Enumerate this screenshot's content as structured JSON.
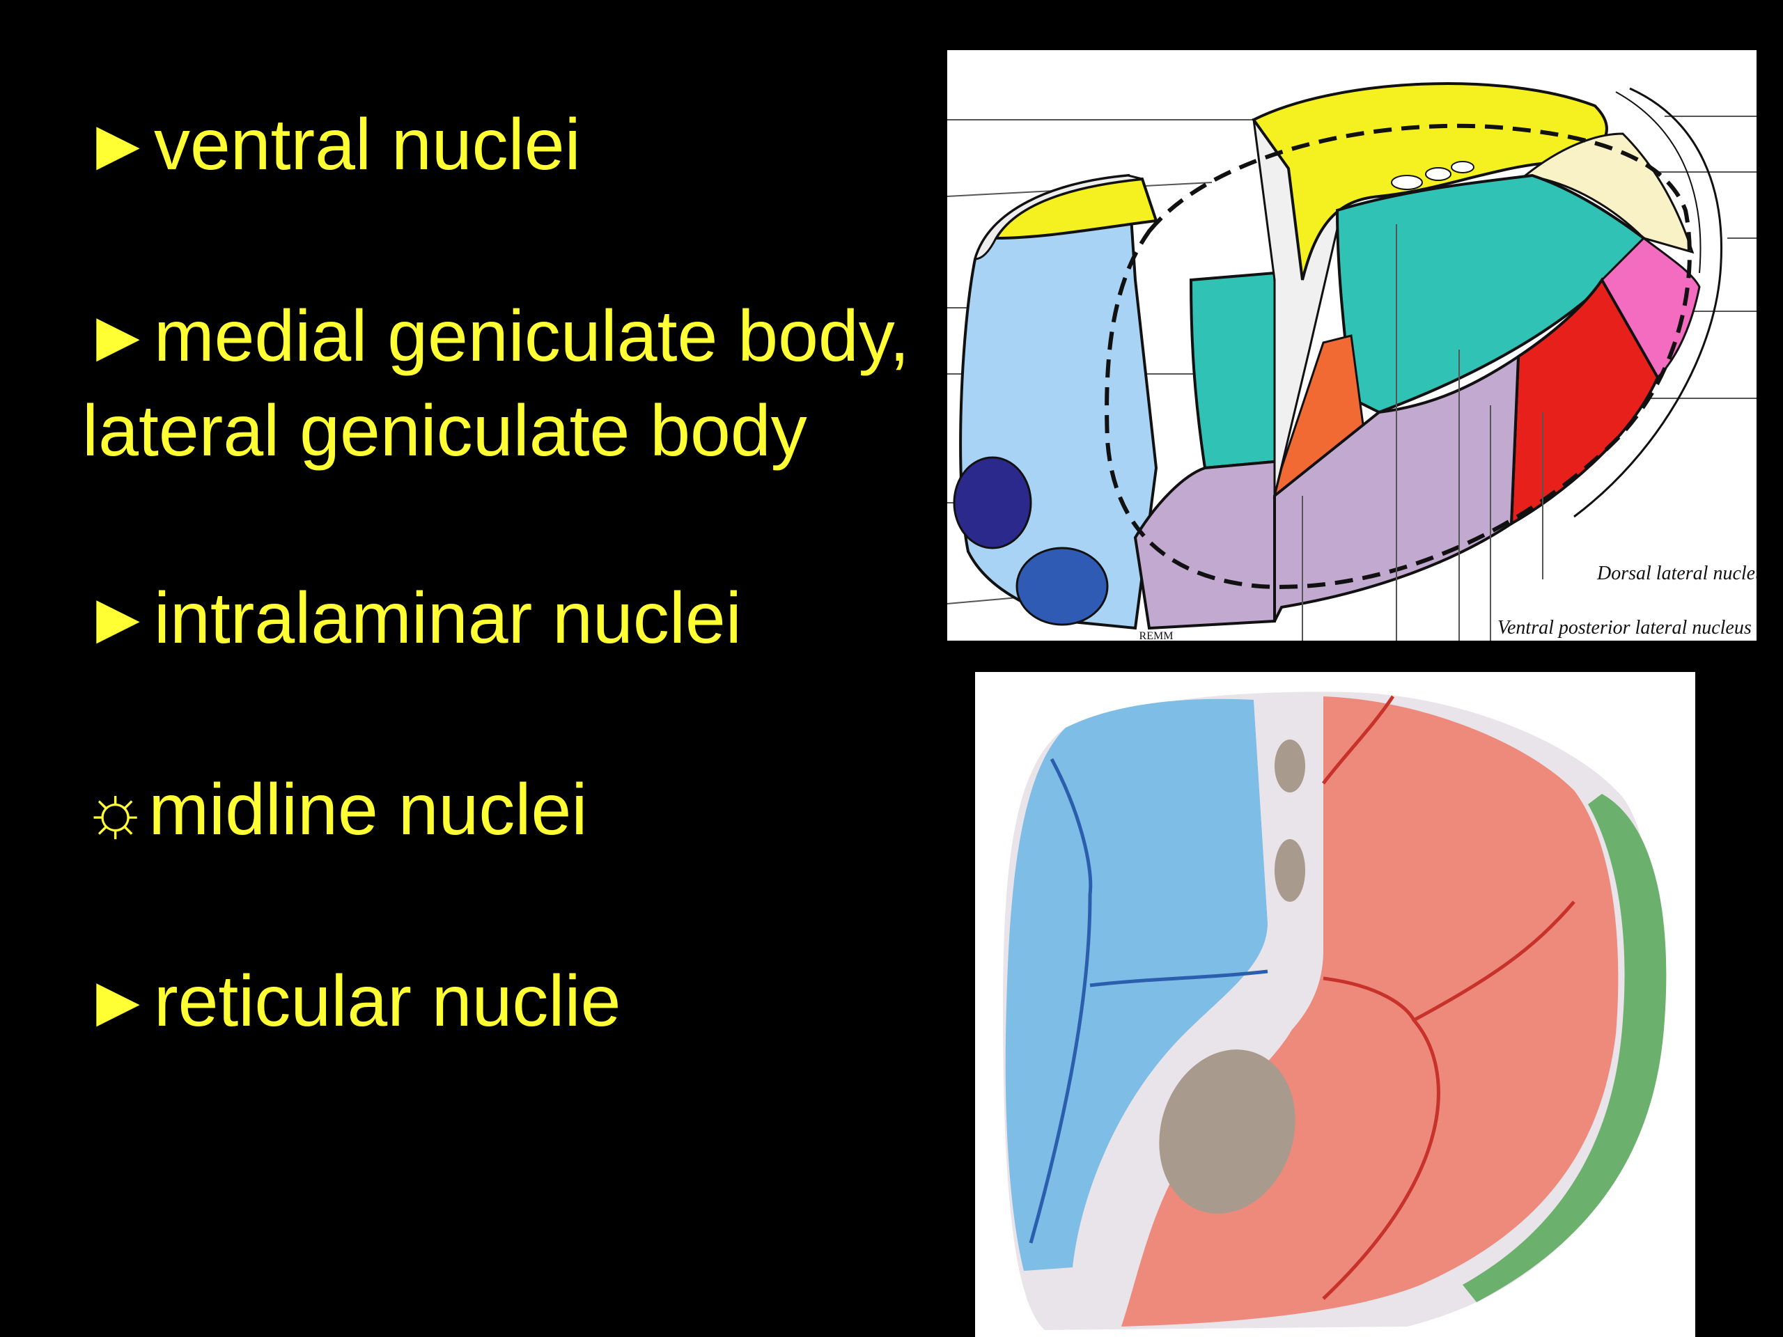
{
  "bullets": [
    {
      "marker": "►",
      "text": "ventral nuclei"
    },
    {
      "marker": "►",
      "text": "medial geniculate body,",
      "text2": "lateral geniculate body"
    },
    {
      "marker": "►",
      "text": "intralaminar nuclei"
    },
    {
      "marker": "☼",
      "text": "midline nuclei"
    },
    {
      "marker": "►",
      "text": "reticular nuclie"
    }
  ],
  "top_figure": {
    "labels": [
      "Dorsal lateral nucleus",
      "Ventral posterior lateral nucleus"
    ],
    "signature": "REMM"
  },
  "colors": {
    "background": "#000000",
    "bullet_text": "#ffff33",
    "yellow_region": "#f5f01f",
    "light_blue_region": "#a9d3f5",
    "teal_region": "#2fc2b5",
    "lavender_region": "#c2a9cf",
    "red_region": "#e8201c",
    "pink_region": "#f36cc0",
    "orange_region": "#f26a33",
    "cream_region": "#f8f2c6",
    "salmon_region": "#ee8a7c",
    "sky_region": "#7dbde6",
    "green_region": "#6bb16d",
    "taupe_region": "#a89a8c"
  }
}
